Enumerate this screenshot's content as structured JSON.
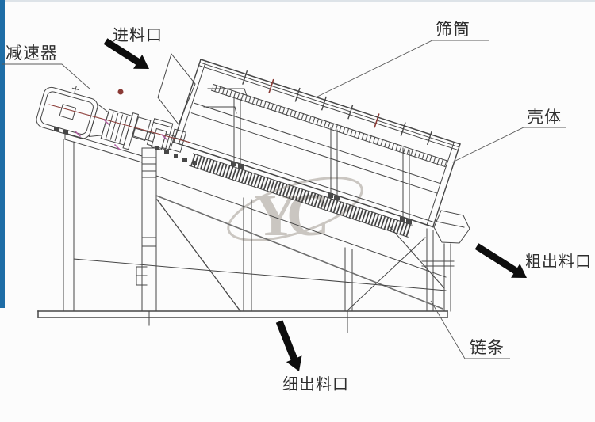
{
  "page": {
    "background_color": "#fcfcfc",
    "top_border_color": "#dde3e8",
    "left_bar_color": "#1e6da6"
  },
  "watermark": {
    "text": "YC",
    "color": "#cac6c1"
  },
  "drawing": {
    "line_color": "#464646",
    "leader_color": "#5a5a5a",
    "accent_red": "#8a3a35",
    "accent_magenta": "#b05aa0",
    "arrow_color": "#0d0d0d",
    "label_color": "#2e2e2e"
  },
  "labels": {
    "reducer": "减速器",
    "feed_inlet": "进料口",
    "screen_drum": "筛筒",
    "shell": "壳体",
    "coarse_outlet": "粗出料口",
    "chain": "链条",
    "fine_outlet": "细出料口"
  }
}
